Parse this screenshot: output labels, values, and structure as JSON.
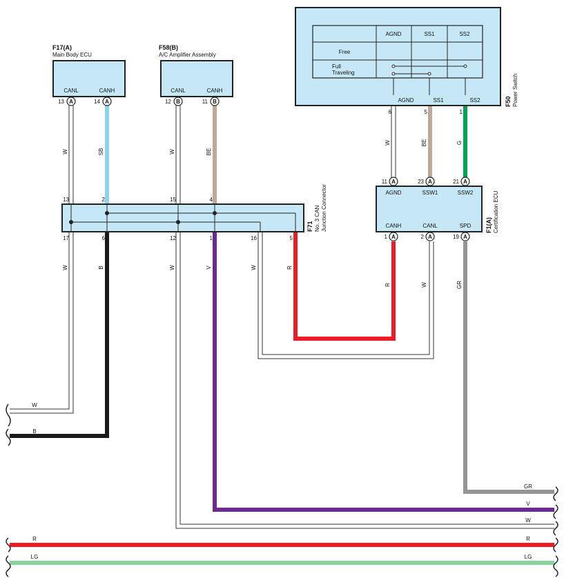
{
  "components": {
    "f17": {
      "code": "F17(A)",
      "name": "Main Body ECU",
      "pins": [
        "CANL",
        "CANH"
      ]
    },
    "f58": {
      "code": "F58(B)",
      "name": "A/C Amplifier Assembly",
      "pins": [
        "CANL",
        "CANH"
      ]
    },
    "f50": {
      "code": "F50",
      "name": "Power Switch",
      "pins": [
        "AGND",
        "SS1",
        "SS2"
      ],
      "table": {
        "headers": [
          "AGND",
          "SS1",
          "SS2"
        ],
        "rows": [
          "Free",
          "Full",
          "Traveling"
        ]
      }
    },
    "f71": {
      "code": "F71",
      "name1": "No. 3 CAN",
      "name2": "Junction Connector"
    },
    "f1": {
      "code": "F1(A)",
      "name": "Certification ECU",
      "top_pins": [
        "AGND",
        "SSW1",
        "SSW2"
      ],
      "bottom_pins": [
        "CANH",
        "CANL",
        "SPD"
      ]
    }
  },
  "pin_numbers": {
    "f17_canl": "13",
    "f17_canh": "14",
    "f58_canl": "12",
    "f58_canh": "11",
    "f50_agnd": "6",
    "f50_ss1": "5",
    "f50_ss2": "1",
    "f71_top": [
      "13",
      "2",
      "15",
      "4"
    ],
    "f71_bottom": [
      "17",
      "6",
      "12",
      "1",
      "16",
      "5"
    ],
    "f1_top": [
      "11",
      "23",
      "21"
    ],
    "f1_bottom": [
      "1",
      "2",
      "19"
    ]
  },
  "connector_letters": {
    "a": "A",
    "b": "B"
  },
  "wire_labels": {
    "f17_canl": "W",
    "f17_canh": "SB",
    "f58_canl": "W",
    "f58_canh": "BE",
    "f50_agnd": "W",
    "f50_ss1": "BE",
    "f50_ss2": "G",
    "f71_17": "W",
    "f71_6": "B",
    "f71_12": "W",
    "f71_1": "V",
    "f71_16": "W",
    "f71_5": "R",
    "f1_canh": "R",
    "f1_canl": "W",
    "f1_spd": "GR",
    "left_w": "W",
    "left_b": "B",
    "right_gr": "GR",
    "right_v": "V",
    "right_w": "W",
    "bus_r_left": "R",
    "bus_r_right": "R",
    "bus_lg_left": "LG",
    "bus_lg_right": "LG"
  },
  "colors": {
    "SB": "#8dd3f0",
    "BE": "#bcaa96",
    "G": "#00a651",
    "B": "#1a1a1a",
    "V": "#6a2a8f",
    "R": "#ee1c24",
    "GR": "#959595",
    "LG": "#8fd19e",
    "box_fill": "#c6e8f6"
  }
}
